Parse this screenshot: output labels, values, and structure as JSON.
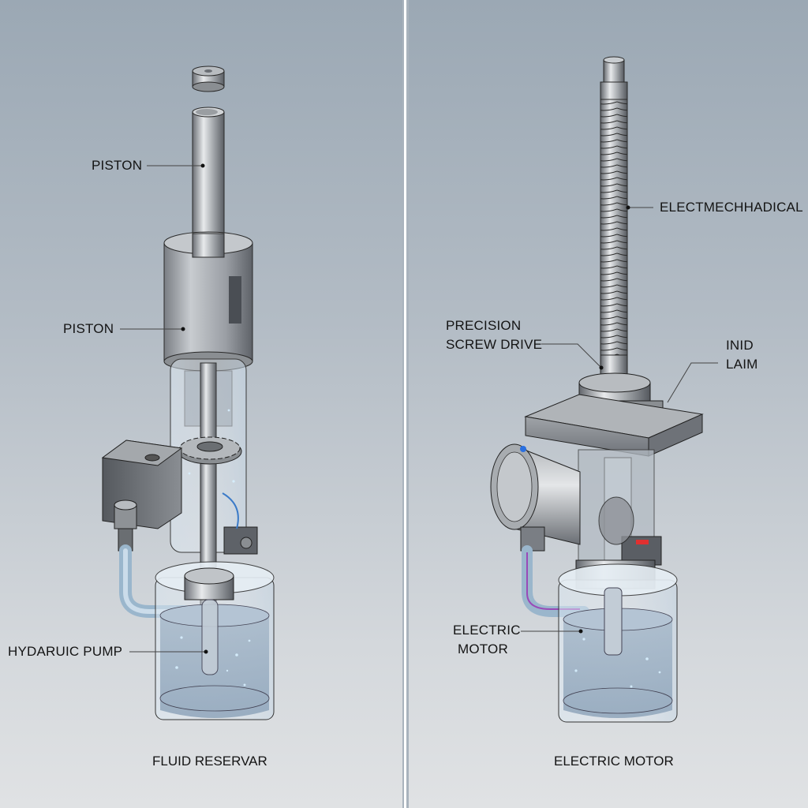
{
  "diagram": {
    "left_panel": {
      "name": "hydraulic-actuator",
      "labels": {
        "piston_top": "PISTON",
        "piston_mid": "PISTON",
        "pump": "HYDARUIC PUMP"
      },
      "caption": "FLUID RESERVAR"
    },
    "right_panel": {
      "name": "electromechanical-actuator",
      "labels": {
        "screw": "ELECTMECHHADICAL",
        "drive_line1": "PRECISION",
        "drive_line2": "SCREW DRIVE",
        "nut_line1": "INID",
        "nut_line2": "LAIM",
        "motor_line1": "ELECTRIC",
        "motor_line2": "MOTOR"
      },
      "caption": "ELECTRIC MOTOR"
    },
    "colors": {
      "background_top": "#9ba8b4",
      "background_bottom": "#e0e2e4",
      "metal_light": "#e6e8ea",
      "metal_mid": "#a8acb0",
      "metal_dark": "#5c6066",
      "fluid": "#8fa6bc",
      "glass": "#cfe0ee",
      "indicator_red": "#e03030",
      "indicator_blue": "#2a6fe0",
      "divider": "#ffffff"
    }
  }
}
